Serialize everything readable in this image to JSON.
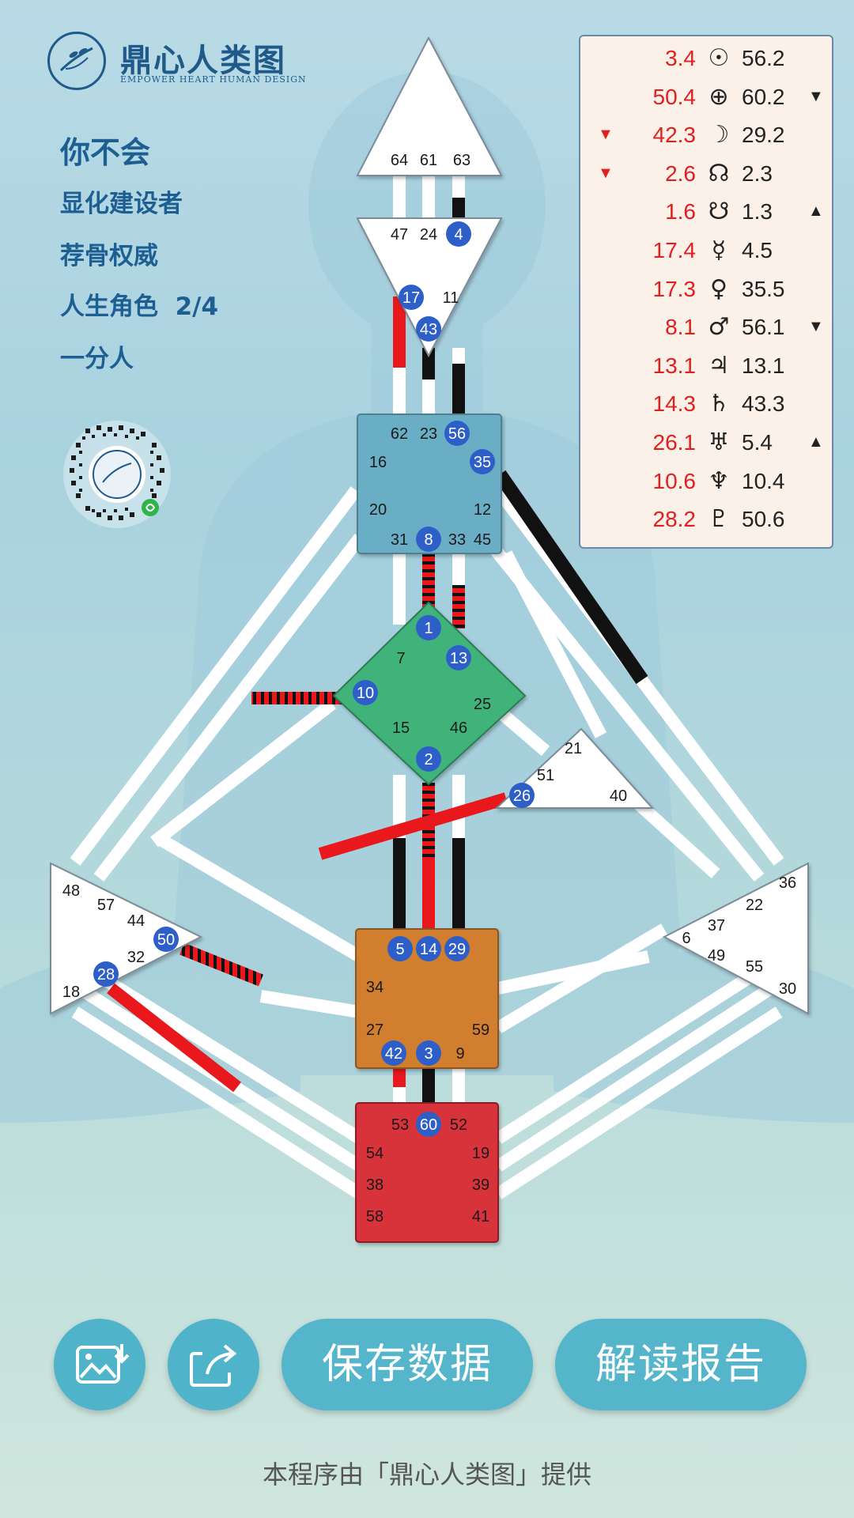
{
  "logo": {
    "cn": "鼎心人类图",
    "en": "EMPOWER HEART HUMAN DESIGN"
  },
  "profile": {
    "name": "你不会",
    "type": "显化建设者",
    "authority": "荐骨权威",
    "role": "人生角色  2/4",
    "definition": "一分人"
  },
  "planets": [
    {
      "left": "3.4",
      "symbol": "☉",
      "right": "56.2",
      "left_arrow": "",
      "right_arrow": ""
    },
    {
      "left": "50.4",
      "symbol": "⊕",
      "right": "60.2",
      "left_arrow": "",
      "right_arrow": "▼"
    },
    {
      "left": "42.3",
      "symbol": "☽",
      "right": "29.2",
      "left_arrow": "▼",
      "right_arrow": ""
    },
    {
      "left": "2.6",
      "symbol": "☊",
      "right": "2.3",
      "left_arrow": "▼",
      "right_arrow": ""
    },
    {
      "left": "1.6",
      "symbol": "☋",
      "right": "1.3",
      "left_arrow": "",
      "right_arrow": "▲"
    },
    {
      "left": "17.4",
      "symbol": "☿",
      "right": "4.5",
      "left_arrow": "",
      "right_arrow": ""
    },
    {
      "left": "17.3",
      "symbol": "♀",
      "right": "35.5",
      "left_arrow": "",
      "right_arrow": ""
    },
    {
      "left": "8.1",
      "symbol": "♂",
      "right": "56.1",
      "left_arrow": "",
      "right_arrow": "▼"
    },
    {
      "left": "13.1",
      "symbol": "♃",
      "right": "13.1",
      "left_arrow": "",
      "right_arrow": ""
    },
    {
      "left": "14.3",
      "symbol": "♄",
      "right": "43.3",
      "left_arrow": "",
      "right_arrow": ""
    },
    {
      "left": "26.1",
      "symbol": "♅",
      "right": "5.4",
      "left_arrow": "",
      "right_arrow": "▲"
    },
    {
      "left": "10.6",
      "symbol": "♆",
      "right": "10.4",
      "left_arrow": "",
      "right_arrow": ""
    },
    {
      "left": "28.2",
      "symbol": "♇",
      "right": "50.6",
      "left_arrow": "",
      "right_arrow": ""
    }
  ],
  "centers": {
    "head": {
      "gates": [
        "64",
        "61",
        "63"
      ],
      "color": "#ffffff",
      "defined": false
    },
    "ajna": {
      "gates": [
        "47",
        "24",
        "4",
        "17",
        "11",
        "43"
      ],
      "active": [
        "4",
        "17",
        "43"
      ],
      "color": "#ffffff",
      "defined": false
    },
    "throat": {
      "gates": [
        "62",
        "23",
        "56",
        "16",
        "35",
        "20",
        "12",
        "31",
        "8",
        "33",
        "45"
      ],
      "active": [
        "56",
        "35",
        "8"
      ],
      "color": "#6aaec6",
      "defined": true
    },
    "g": {
      "gates": [
        "1",
        "7",
        "13",
        "10",
        "25",
        "15",
        "46",
        "2"
      ],
      "active": [
        "1",
        "13",
        "10",
        "2"
      ],
      "color": "#3fb37a",
      "defined": true
    },
    "heart": {
      "gates": [
        "21",
        "51",
        "26",
        "40"
      ],
      "active": [
        "26"
      ],
      "color": "#ffffff",
      "defined": false
    },
    "spleen": {
      "gates": [
        "48",
        "57",
        "44",
        "50",
        "32",
        "28",
        "18"
      ],
      "active": [
        "50",
        "28"
      ],
      "color": "#ffffff",
      "defined": false
    },
    "solar_plexus": {
      "gates": [
        "36",
        "22",
        "6",
        "37",
        "49",
        "55",
        "30"
      ],
      "active": [],
      "color": "#ffffff",
      "defined": false
    },
    "sacral": {
      "gates": [
        "5",
        "14",
        "29",
        "34",
        "27",
        "59",
        "42",
        "3",
        "9"
      ],
      "active": [
        "5",
        "14",
        "29",
        "42",
        "3"
      ],
      "color": "#d17e2f",
      "defined": true
    },
    "root": {
      "gates": [
        "53",
        "60",
        "52",
        "54",
        "19",
        "38",
        "39",
        "58",
        "41"
      ],
      "active": [
        "60"
      ],
      "color": "#d8303a",
      "defined": true
    }
  },
  "buttons": {
    "save_image_icon": "image-download-icon",
    "share_icon": "share-icon",
    "save_data": "保存数据",
    "read_report": "解读报告"
  },
  "footer": "本程序由「鼎心人类图」提供",
  "colors": {
    "personality": "#111111",
    "design": "#e8181c",
    "accent": "#55b6cb",
    "gate_badge": "#2e5fc9"
  }
}
